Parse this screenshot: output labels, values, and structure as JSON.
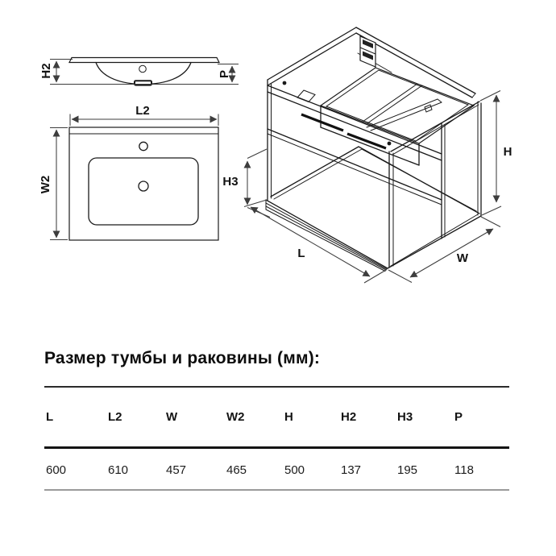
{
  "diagram": {
    "labels": {
      "h2": "H2",
      "p": "P",
      "l2": "L2",
      "w2": "W2",
      "h3": "H3",
      "l": "L",
      "w": "W",
      "h": "H"
    }
  },
  "section": {
    "title": "Размер тумбы и раковины (мм):"
  },
  "table": {
    "headers": [
      "L",
      "L2",
      "W",
      "W2",
      "H",
      "H2",
      "H3",
      "P"
    ],
    "values": [
      "600",
      "610",
      "457",
      "465",
      "500",
      "137",
      "195",
      "118"
    ]
  },
  "colors": {
    "line": "#1a1a1a",
    "dimension": "#3d3d3d",
    "rule_dark": "#141414",
    "rule_gray": "#9a9a9a",
    "background": "#ffffff"
  }
}
